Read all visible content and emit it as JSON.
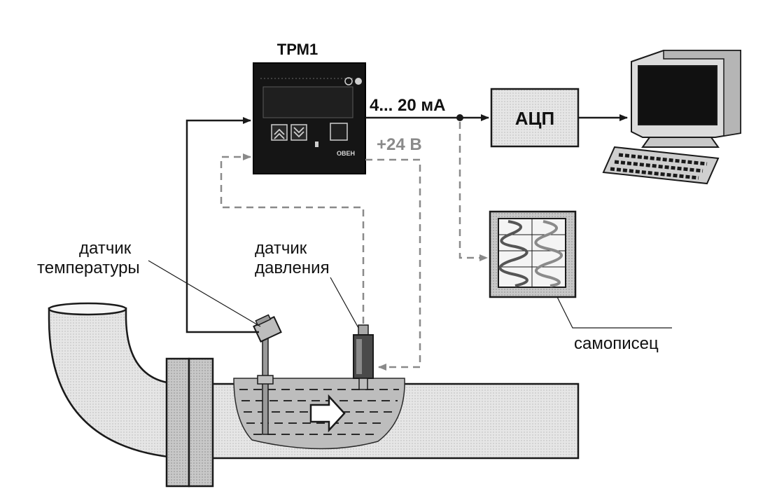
{
  "device": {
    "name": "ТРМ1",
    "brand": "ОВЕН"
  },
  "signals": {
    "current_output": "4... 20 мА",
    "supply_voltage": "+24 В"
  },
  "blocks": {
    "adc": "АЦП"
  },
  "labels": {
    "temp_sensor_line1": "датчик",
    "temp_sensor_line2": "температуры",
    "pressure_sensor_line1": "датчик",
    "pressure_sensor_line2": "давления",
    "recorder": "самописец"
  },
  "colors": {
    "line": "#1a1a1a",
    "dashed": "#8a8a8a",
    "device_body": "#151515",
    "pipe_fill": "#efefef",
    "liquid_fill": "#bdbdbd",
    "adc_fill": "#d9d9d9"
  }
}
